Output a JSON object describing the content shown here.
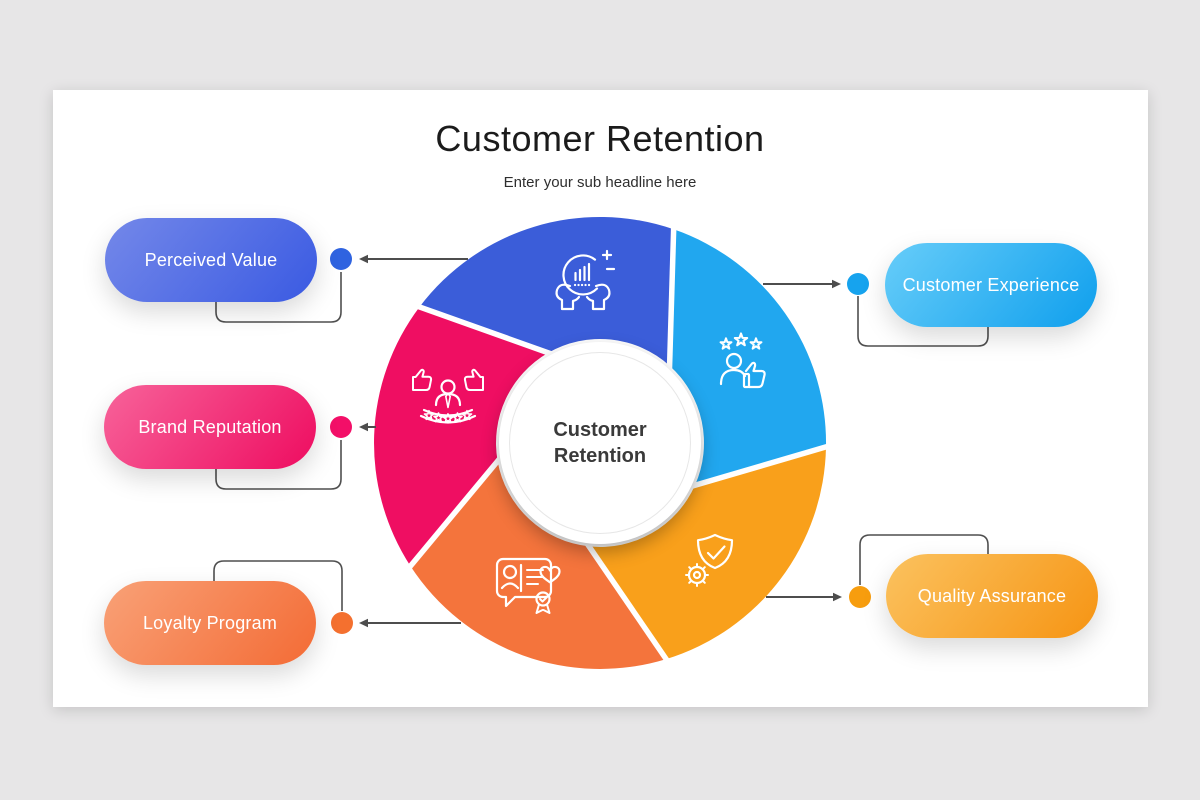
{
  "page": {
    "background_color": "#e7e6e7",
    "card_background_color": "#ffffff"
  },
  "header": {
    "title": "Customer Retention",
    "subtitle": "Enter your sub headline here"
  },
  "center": {
    "label": "Customer Retention"
  },
  "items": [
    {
      "label": "Perceived Value",
      "position": "top-left",
      "segment_color": "#3b5dd9",
      "pill_gradient_start": "#7488e9",
      "pill_gradient_end": "#3a5ae2",
      "dot_color": "#2f63e0",
      "icon": "hands-holding-growth-chart-icon"
    },
    {
      "label": "Customer Experience",
      "position": "top-right",
      "segment_color": "#21a7ef",
      "pill_gradient_start": "#67cdf9",
      "pill_gradient_end": "#0f9fed",
      "dot_color": "#16a3ee",
      "icon": "person-thumbs-up-stars-icon"
    },
    {
      "label": "Quality Assurance",
      "position": "bottom-right",
      "segment_color": "#f9a01b",
      "pill_gradient_start": "#fbc25f",
      "pill_gradient_end": "#f69413",
      "dot_color": "#f79d0e",
      "icon": "shield-check-gear-icon"
    },
    {
      "label": "Loyalty Program",
      "position": "bottom-left",
      "segment_color": "#f4743c",
      "pill_gradient_start": "#f9a177",
      "pill_gradient_end": "#f36b35",
      "dot_color": "#f4702f",
      "icon": "certificate-chat-heart-icon"
    },
    {
      "label": "Brand Reputation",
      "position": "middle-left",
      "segment_color": "#ef0e62",
      "pill_gradient_start": "#f7639a",
      "pill_gradient_end": "#ee0c60",
      "dot_color": "#f30f68",
      "icon": "person-review-thumbs-icon"
    }
  ]
}
